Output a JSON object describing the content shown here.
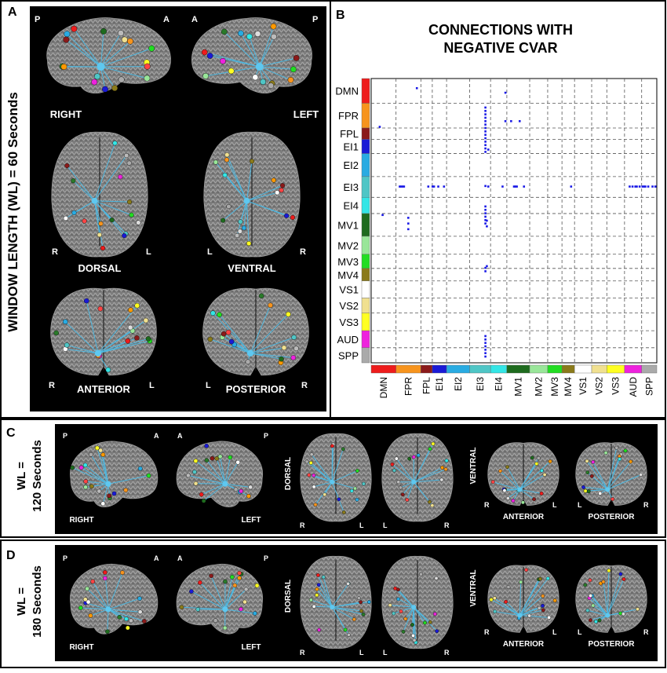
{
  "panel_a": {
    "letter": "A",
    "window_length_label": "WINDOW LENGTH (WL)  = 60 Seconds",
    "views": [
      {
        "name": "right",
        "label": "RIGHT",
        "corner_left": "P",
        "corner_right": "A"
      },
      {
        "name": "left",
        "label": "LEFT",
        "corner_left": "A",
        "corner_right": "P"
      },
      {
        "name": "dorsal",
        "label": "DORSAL",
        "corner_left": "R",
        "corner_right": "L"
      },
      {
        "name": "ventral",
        "label": "VENTRAL",
        "corner_left": "L",
        "corner_right": "R"
      },
      {
        "name": "anterior",
        "label": "ANTERIOR",
        "corner_left": "R",
        "corner_right": "L"
      },
      {
        "name": "posterior",
        "label": "POSTERIOR",
        "corner_left": "L",
        "corner_right": "R"
      }
    ]
  },
  "panel_b": {
    "letter": "B",
    "title_line1": "CONNECTIONS WITH",
    "title_line2": "NEGATIVE CVAR",
    "networks": [
      {
        "label": "DMN",
        "color": "#ee1c1c"
      },
      {
        "label": "FPR",
        "color": "#f7941d"
      },
      {
        "label": "FPL",
        "color": "#8b1a1a"
      },
      {
        "label": "EI1",
        "color": "#1a1ad6"
      },
      {
        "label": "EI2",
        "color": "#29abe2"
      },
      {
        "label": "EI3",
        "color": "#4fc6c6"
      },
      {
        "label": "EI4",
        "color": "#33e6e6"
      },
      {
        "label": "MV1",
        "color": "#1e6b1e"
      },
      {
        "label": "MV2",
        "color": "#99e699"
      },
      {
        "label": "MV3",
        "color": "#22dd22"
      },
      {
        "label": "MV4",
        "color": "#8a7a1a"
      },
      {
        "label": "VS1",
        "color": "#ffffff"
      },
      {
        "label": "VS2",
        "color": "#f0e090"
      },
      {
        "label": "VS3",
        "color": "#ffff22"
      },
      {
        "label": "AUD",
        "color": "#ee22dd"
      },
      {
        "label": "SPP",
        "color": "#aaaaaa"
      }
    ],
    "dot_color": "#1a1ae6"
  },
  "panel_c": {
    "letter": "C",
    "wl_label_line1": "WL =",
    "wl_label_line2": "120 Seconds",
    "views": [
      {
        "name": "right",
        "label": "RIGHT",
        "corner_left": "P",
        "corner_right": "A"
      },
      {
        "name": "left",
        "label": "LEFT",
        "corner_left": "A",
        "corner_right": "P"
      },
      {
        "name": "dorsal",
        "label": "DORSAL",
        "corner_left": "R",
        "corner_right": "L"
      },
      {
        "name": "ventral",
        "label": "VENTRAL",
        "corner_left": "L",
        "corner_right": "R"
      },
      {
        "name": "anterior",
        "label": "ANTERIOR",
        "corner_left": "R",
        "corner_right": "L"
      },
      {
        "name": "posterior",
        "label": "POSTERIOR",
        "corner_left": "L",
        "corner_right": "R"
      }
    ]
  },
  "panel_d": {
    "letter": "D",
    "wl_label_line1": "WL =",
    "wl_label_line2": "180 Seconds",
    "views": [
      {
        "name": "right",
        "label": "RIGHT",
        "corner_left": "P",
        "corner_right": "A"
      },
      {
        "name": "left",
        "label": "LEFT",
        "corner_left": "A",
        "corner_right": "P"
      },
      {
        "name": "dorsal",
        "label": "DORSAL",
        "corner_left": "R",
        "corner_right": "L"
      },
      {
        "name": "ventral",
        "label": "VENTRAL",
        "corner_left": "L",
        "corner_right": "R"
      },
      {
        "name": "anterior",
        "label": "ANTERIOR",
        "corner_left": "R",
        "corner_right": "L"
      },
      {
        "name": "posterior",
        "label": "POSTERIOR",
        "corner_left": "L",
        "corner_right": "R"
      }
    ]
  },
  "colors": {
    "brain_fill": "#8a8a8a",
    "brain_dark": "#555555",
    "edge_color": "#4fb8e0",
    "panel_bg": "#000000"
  }
}
